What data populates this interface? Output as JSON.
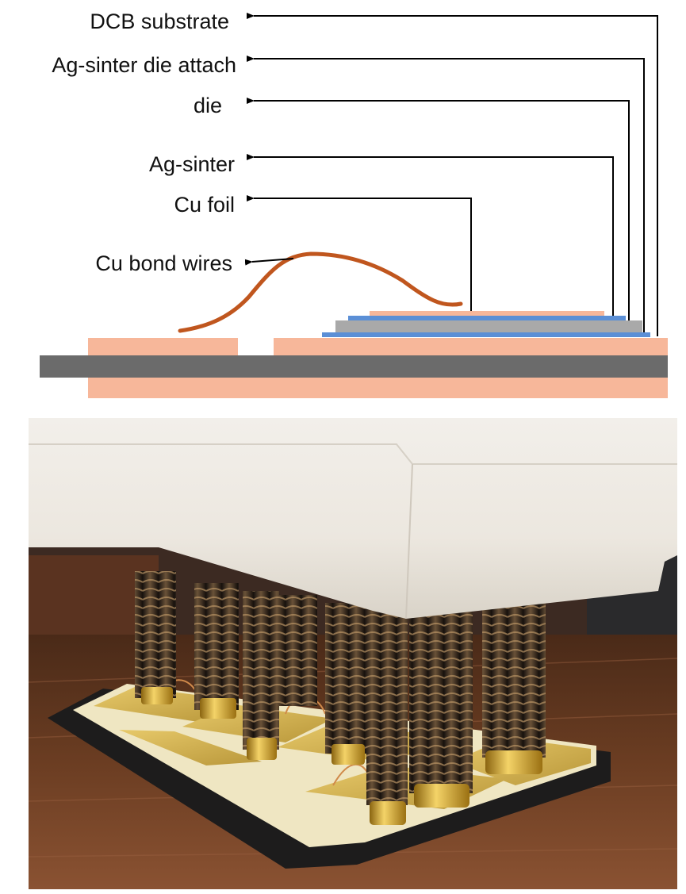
{
  "diagram": {
    "labels": {
      "dcb_substrate": "DCB substrate",
      "ag_sinter_die_attach": "Ag-sinter die attach",
      "die": "die",
      "ag_sinter": "Ag-sinter",
      "cu_foil": "Cu foil",
      "cu_bond_wires": "Cu bond wires"
    },
    "colors": {
      "copper_layer": "#F7B79A",
      "ceramic_layer": "#6B6B6B",
      "die": "#A9A9A9",
      "sinter_layer": "#5B8FD6",
      "bond_wire": "#C0561E",
      "leader_line": "#000000"
    }
  },
  "photo": {
    "subject": "power module with spring-loaded pogo contacts pressing onto a DCB substrate under a white fixture"
  }
}
